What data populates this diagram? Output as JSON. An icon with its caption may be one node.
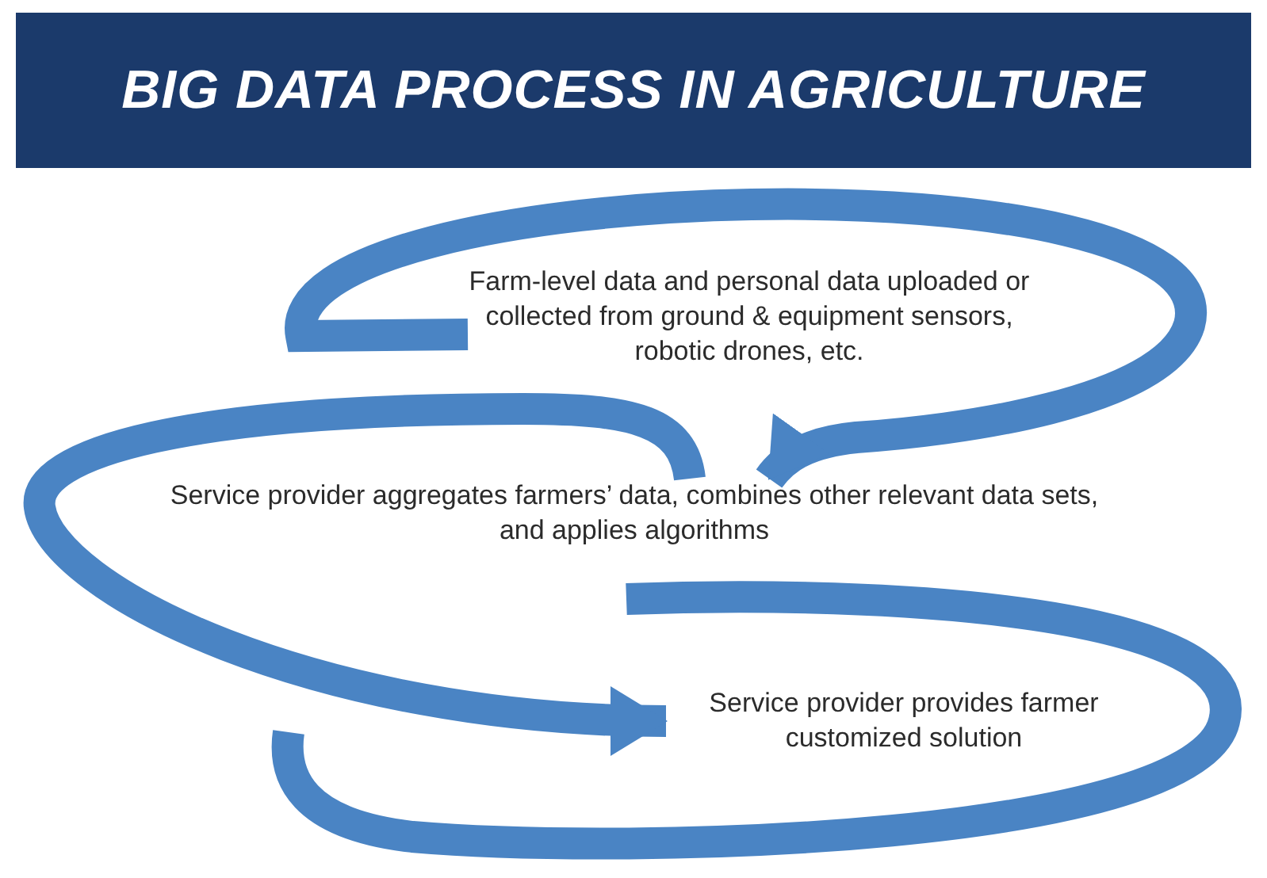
{
  "diagram": {
    "title": "BIG DATA PROCESS IN AGRICULTURE",
    "nodes": [
      {
        "text": [
          "Farm-level data and personal data uploaded or collected from ground & equipment sensors, robotic drones, etc."
        ]
      },
      {
        "text": [
          "Service provider aggregates farmers’ data, combines other relevant data sets, and applies algorithms"
        ]
      },
      {
        "text": [
          "Service provider provides farmer customized solution"
        ]
      }
    ],
    "edges": [
      {
        "from": 0,
        "to": 1,
        "arrow": "to"
      },
      {
        "from": 1,
        "to": 2,
        "arrow": "to"
      }
    ]
  }
}
